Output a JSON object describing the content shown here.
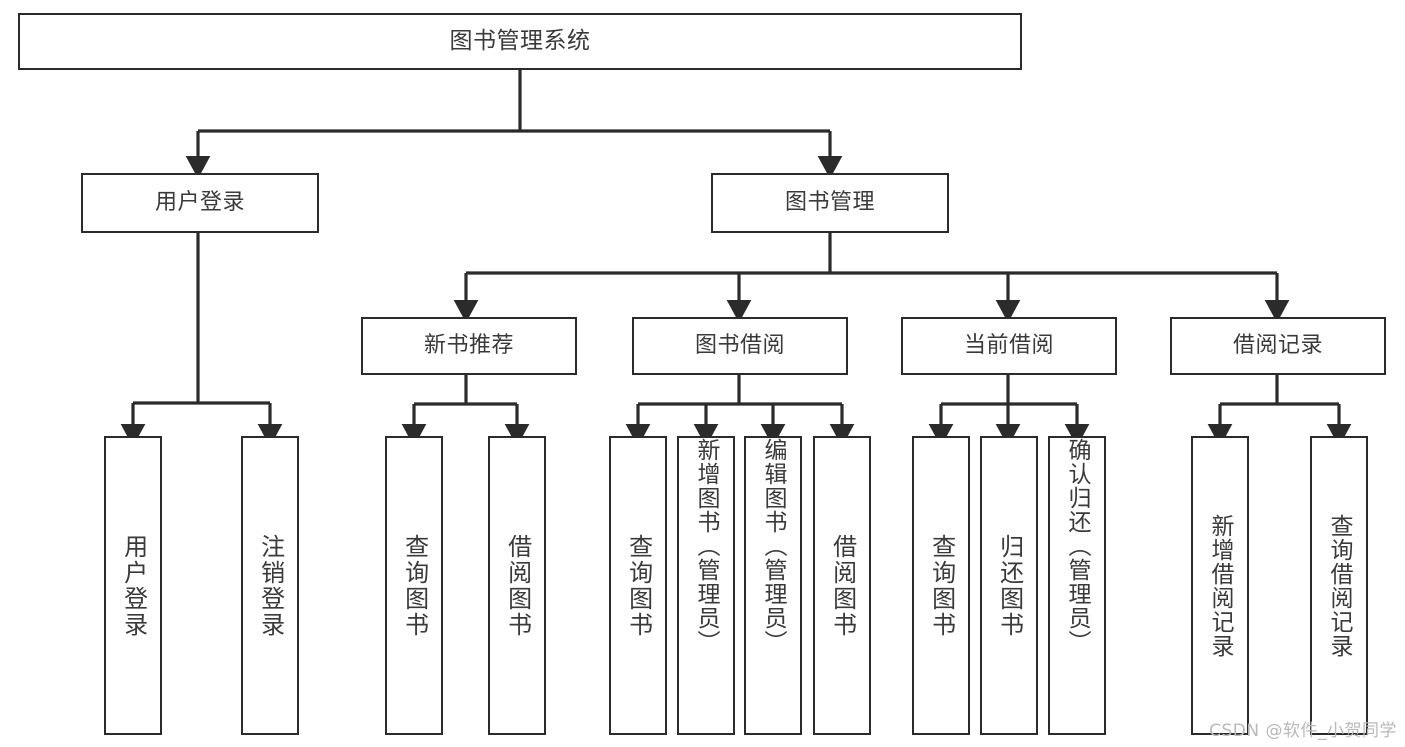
{
  "diagram": {
    "title": "图书管理系统",
    "type": "tree-hierarchy-diagram",
    "colors": {
      "box_border": "#2b2b2b",
      "box_fill": "#ffffff",
      "text": "#3a3a3a",
      "edge": "#2b2b2b",
      "watermark": "#b9b9b9",
      "background": "#ffffff"
    },
    "root": {
      "label": "图书管理系统"
    },
    "level2": [
      {
        "id": "user-login",
        "label": "用户登录"
      },
      {
        "id": "book-management",
        "label": "图书管理"
      }
    ],
    "level3": [
      {
        "id": "new-book-recommend",
        "label": "新书推荐"
      },
      {
        "id": "book-borrow",
        "label": "图书借阅"
      },
      {
        "id": "current-borrow",
        "label": "当前借阅"
      },
      {
        "id": "borrow-record",
        "label": "借阅记录"
      }
    ],
    "leaves": {
      "user_login": [
        {
          "id": "leaf-user-login",
          "label": "用户登录"
        },
        {
          "id": "leaf-logout-login",
          "label": "注销登录"
        }
      ],
      "new_book_recommend": [
        {
          "id": "leaf-query-book-1",
          "label": "查询图书"
        },
        {
          "id": "leaf-borrow-book-1",
          "label": "借阅图书"
        }
      ],
      "book_borrow": [
        {
          "id": "leaf-query-book-2",
          "label": "查询图书"
        },
        {
          "id": "leaf-add-book-admin",
          "label": "新增图书（管理员）"
        },
        {
          "id": "leaf-edit-book-admin",
          "label": "编辑图书（管理员）"
        },
        {
          "id": "leaf-borrow-book-2",
          "label": "借阅图书"
        }
      ],
      "current_borrow": [
        {
          "id": "leaf-query-book-3",
          "label": "查询图书"
        },
        {
          "id": "leaf-return-book",
          "label": "归还图书"
        },
        {
          "id": "leaf-confirm-return-admin",
          "label": "确认归还（管理员）"
        }
      ],
      "borrow_record": [
        {
          "id": "leaf-add-borrow-record",
          "label": "新增借阅记录"
        },
        {
          "id": "leaf-query-borrow-record",
          "label": "查询借阅记录"
        }
      ]
    },
    "watermark": "CSDN @软件_小贺同学"
  }
}
